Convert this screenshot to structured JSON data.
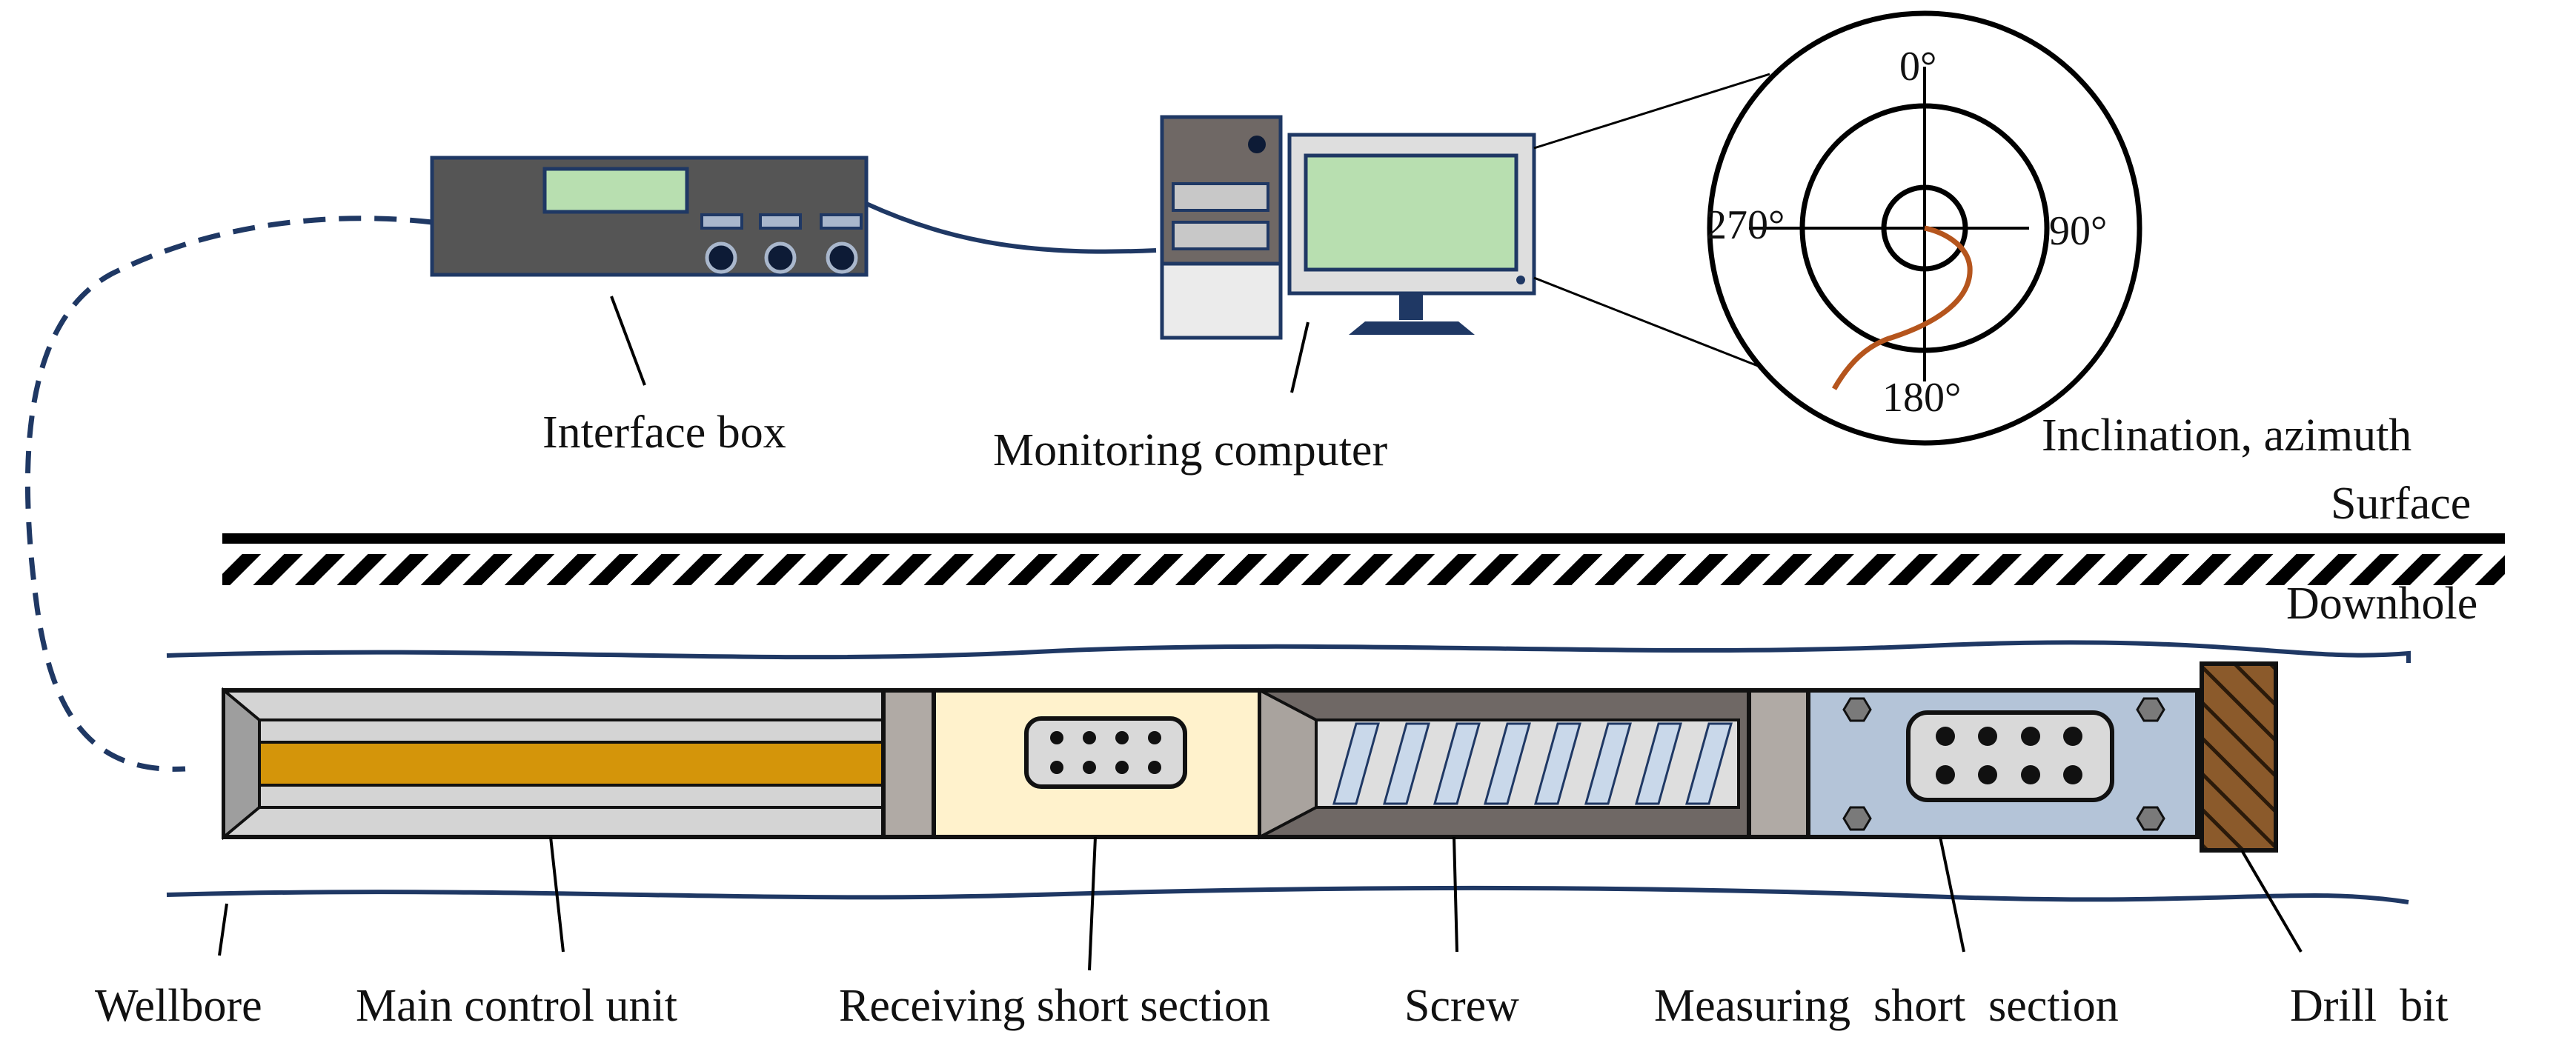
{
  "labels": {
    "interface_box": "Interface box",
    "monitoring_computer": "Monitoring computer",
    "inclination_azimuth": "Inclination, azimuth",
    "surface": "Surface",
    "downhole": "Downhole",
    "wellbore": "Wellbore",
    "main_control_unit": "Main control unit",
    "receiving_short_section": "Receiving short section",
    "screw": "Screw",
    "measuring_short_section": "Measuring  short  section",
    "drill_bit": "Drill  bit"
  },
  "compass": {
    "north": "0°",
    "east": "90°",
    "south": "180°",
    "west": "270°"
  },
  "colors": {
    "cable": "#1f3864",
    "screen": "#b8dfb0",
    "device_body": "#5a5a5a",
    "control_core": "#d4950a",
    "receiving_section": "#fff2cc",
    "measuring_section": "#b4c4d8",
    "drill_bit": "#8b5a2b",
    "trajectory": "#b5551d"
  },
  "icons": {
    "interface_box": "interface-box-icon",
    "computer": "computer-icon"
  }
}
